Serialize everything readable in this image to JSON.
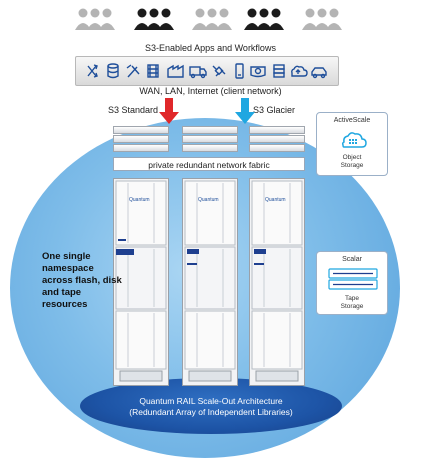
{
  "apps": {
    "title": "S3-Enabled Apps and Workflows",
    "icons": [
      "shuffle-icon",
      "database-icon",
      "tools-icon",
      "film-icon",
      "factory-icon",
      "truck-icon",
      "satellite-icon",
      "phone-icon",
      "camera-icon",
      "server-icon",
      "cloud-upload-icon",
      "car-icon"
    ]
  },
  "network": {
    "label": "WAN, LAN, Internet (client network)"
  },
  "tiers": {
    "standard": "S3 Standard",
    "glacier": "S3 Glacier"
  },
  "fabric": {
    "label": "private redundant network fabric"
  },
  "namespace": {
    "label": "One single namespace across flash, disk and tape resources"
  },
  "activescale": {
    "title": "ActiveScale",
    "line1": "Object",
    "line2": "Storage"
  },
  "scalar": {
    "title": "Scalar",
    "line1": "Tape",
    "line2": "Storage"
  },
  "rack_brand": "Quantum",
  "base": {
    "line1": "Quantum RAIL Scale-Out Architecture",
    "line2": "(Redundant Array of Independent Libraries)"
  },
  "colors": {
    "arrow_standard": "#e0282a",
    "arrow_glacier": "#1fa7e1",
    "circle": "#7fbde9",
    "base": "#1d54a6"
  }
}
